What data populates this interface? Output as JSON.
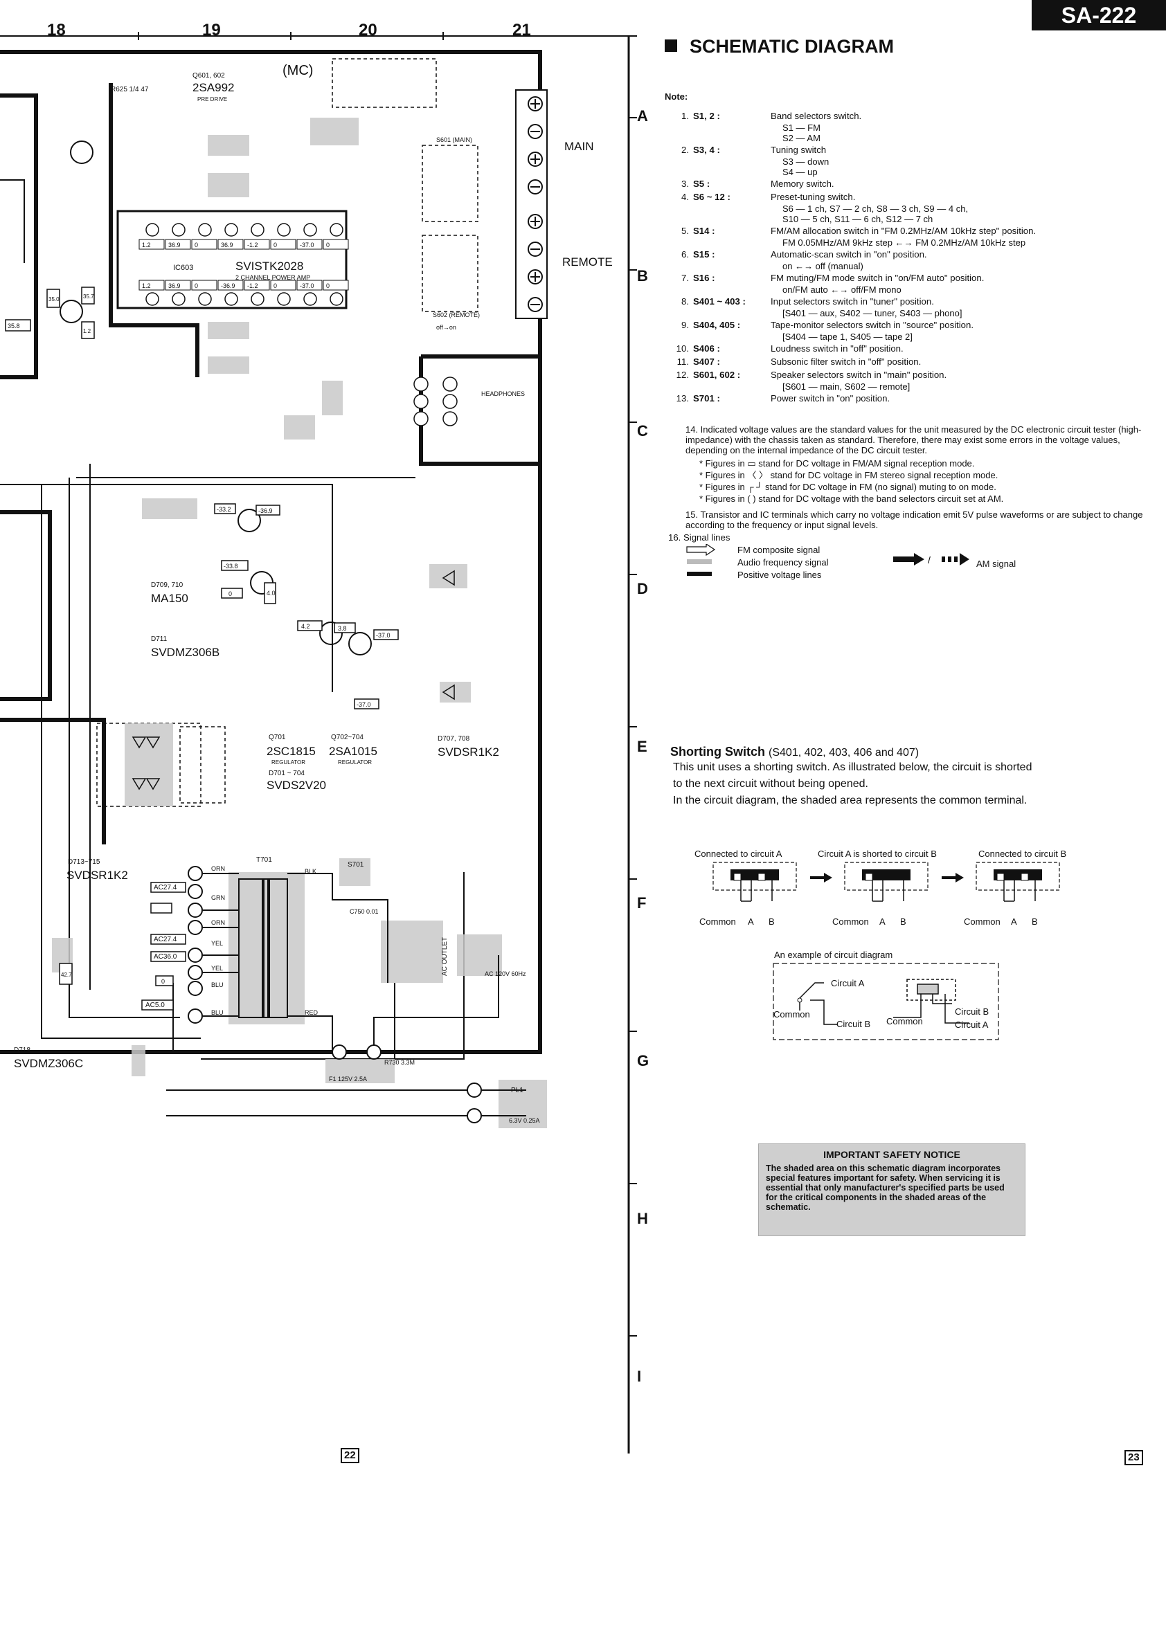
{
  "model_badge": "SA-222",
  "grid_columns": [
    "18",
    "19",
    "20",
    "21"
  ],
  "row_letters": [
    "A",
    "B",
    "C",
    "D",
    "E",
    "F",
    "G",
    "H",
    "I"
  ],
  "schematic": {
    "mc_label": "(MC)",
    "main_label": "MAIN",
    "remote_label": "REMOTE",
    "headphones_label": "HEADPHONES",
    "ic603": "IC603",
    "ic_name": "SVISTK2028",
    "ic_desc": "2 CHANNEL POWER AMP",
    "ic_pins_top": [
      "1.2",
      "36.9",
      "0",
      "36.9",
      "-1.2",
      "0",
      "-37.0",
      "0"
    ],
    "ic_pins_bottom": [
      "1.2",
      "36.9",
      "0",
      "-36.9",
      "-1.2",
      "0",
      "-37.0",
      "0"
    ],
    "q601_label": "Q601, 602",
    "q601_part": "2SA992",
    "q601_desc": "PRE DRIVE",
    "r625": "R625 1/4 47",
    "s601": "S601 (MAIN)",
    "s602": "S602 (REMOTE)",
    "s602_state": "off→on",
    "d709_label": "D709, 710",
    "d709_part": "MA150",
    "d711_label": "D711",
    "d711_part": "SVDMZ306B",
    "q701_label": "Q701",
    "q701_part": "2SC1815",
    "q701_desc": "REGULATOR",
    "q702_label": "Q702~704",
    "q702_part": "2SA1015",
    "q702_desc": "REGULATOR",
    "d701_label": "D701 ~ 704",
    "d701_part": "SVDS2V20",
    "d707_label": "D707, 708",
    "d707_part": "SVDSR1K2",
    "d713_label": "D713~715",
    "d713_part": "SVDSR1K2",
    "d718_label": "D718",
    "d718_part": "SVDMZ306C",
    "t701": "T701",
    "s701": "S701",
    "c750": "C750 0.01",
    "ac_outlet": "AC OUTLET",
    "ac_in": "AC 120V 60Hz",
    "fuse": "F1 125V 2.5A",
    "r730": "R730 3.3M",
    "pl1": "PL1",
    "pl1_rating": "6.3V 0.25A",
    "ac_voltages": [
      "AC27.4",
      "AC27.4",
      "AC36.0",
      "AC5.0"
    ],
    "wire_colors": [
      "ORN",
      "GRN",
      "ORN",
      "YEL",
      "YEL",
      "BLU",
      "BLU",
      "BLK",
      "RED"
    ],
    "voltages": [
      "-33.2",
      "-36.9",
      "-33.8",
      "0",
      "4.0",
      "4.2",
      "3.8",
      "-37.0",
      "-37.0",
      "35.8",
      "35.0",
      "35.7",
      "1.2",
      "42.7",
      "0"
    ]
  },
  "title": "SCHEMATIC DIAGRAM",
  "notes_header": "Note:",
  "notes": [
    {
      "num": "1.",
      "sw": "S1, 2 :",
      "desc": "Band selectors switch.",
      "subs": [
        "S1 — FM",
        "S2 — AM"
      ]
    },
    {
      "num": "2.",
      "sw": "S3, 4 :",
      "desc": "Tuning switch",
      "subs": [
        "S3 — down",
        "S4 — up"
      ]
    },
    {
      "num": "3.",
      "sw": "S5 :",
      "desc": "Memory switch.",
      "subs": []
    },
    {
      "num": "4.",
      "sw": "S6 ~ 12 :",
      "desc": "Preset-tuning switch.",
      "subs": [
        "S6 — 1 ch,  S7 — 2 ch,  S8 — 3 ch,  S9 — 4 ch,",
        "S10 — 5 ch,  S11 — 6 ch,  S12 — 7 ch"
      ]
    },
    {
      "num": "5.",
      "sw": "S14 :",
      "desc": "FM/AM allocation switch in \"FM 0.2MHz/AM 10kHz step\" position.",
      "subs": [
        "FM 0.05MHz/AM 9kHz step ←→ FM 0.2MHz/AM 10kHz step"
      ]
    },
    {
      "num": "6.",
      "sw": "S15 :",
      "desc": "Automatic-scan switch in \"on\" position.",
      "subs": [
        "on ←→ off (manual)"
      ]
    },
    {
      "num": "7.",
      "sw": "S16 :",
      "desc": "FM muting/FM mode switch in \"on/FM auto\" position.",
      "subs": [
        "on/FM auto ←→ off/FM mono"
      ]
    },
    {
      "num": "8.",
      "sw": "S401 ~ 403 :",
      "desc": "Input selectors switch in \"tuner\" position.",
      "subs": [
        "[S401 — aux,  S402 — tuner,  S403 — phono]"
      ]
    },
    {
      "num": "9.",
      "sw": "S404, 405 :",
      "desc": "Tape-monitor selectors switch in \"source\" position.",
      "subs": [
        "[S404 — tape 1,  S405 — tape 2]"
      ]
    },
    {
      "num": "10.",
      "sw": "S406 :",
      "desc": "Loudness switch in \"off\" position.",
      "subs": []
    },
    {
      "num": "11.",
      "sw": "S407 :",
      "desc": "Subsonic filter switch in \"off\" position.",
      "subs": []
    },
    {
      "num": "12.",
      "sw": "S601, 602 :",
      "desc": "Speaker selectors switch in \"main\" position.",
      "subs": [
        "[S601 — main,  S602 — remote]"
      ]
    },
    {
      "num": "13.",
      "sw": "S701 :",
      "desc": "Power switch in \"on\" position.",
      "subs": []
    }
  ],
  "note14": "14.  Indicated voltage values are the standard values for the unit measured by the DC electronic circuit tester (high-impedance) with the chassis taken as standard.  Therefore, there may exist some errors in the voltage values, depending on the internal impedance of the DC circuit tester.",
  "note14_bullets": [
    "*  Figures in ▭ stand for DC voltage in FM/AM signal reception mode.",
    "*  Figures in 〈  〉 stand for DC voltage in FM stereo signal reception mode.",
    "*  Figures in ┌  ┘ stand for DC voltage in FM (no signal) muting to on mode.",
    "*  Figures in (   ) stand for DC voltage with the band selectors circuit set at AM."
  ],
  "note15": "15.  Transistor and IC terminals which carry no voltage indication emit 5V pulse waveforms or are subject to change according to the frequency or input signal levels.",
  "note16": "16.  Signal lines",
  "signal_lines": [
    "FM composite signal",
    "Audio frequency signal",
    "Positive voltage lines",
    "AM signal"
  ],
  "shorting": {
    "title": "Shorting Switch",
    "title_paren": "(S401, 402, 403, 406 and 407)",
    "lines": [
      "This unit uses a shorting switch.  As illustrated below, the circuit is shorted",
      "to the next circuit without being opened.",
      "In the circuit diagram, the shaded area represents the common terminal."
    ],
    "captions": [
      "Connected to circuit A",
      "Circuit A is shorted to circuit B",
      "Connected to circuit B"
    ],
    "terminal_labels": [
      "Common",
      "A",
      "B"
    ],
    "example_title": "An example of circuit diagram",
    "example_labels": [
      "Circuit A",
      "Common",
      "Circuit B",
      "Common",
      "Circuit B",
      "Circuit A"
    ]
  },
  "safety": {
    "heading": "IMPORTANT SAFETY NOTICE",
    "text": "The shaded area on this schematic diagram incorporates special features important for safety. When servicing it is essential that only manufacturer's specified parts be used for the critical components in the shaded areas of the schematic."
  },
  "page_numbers": [
    "22",
    "23"
  ]
}
